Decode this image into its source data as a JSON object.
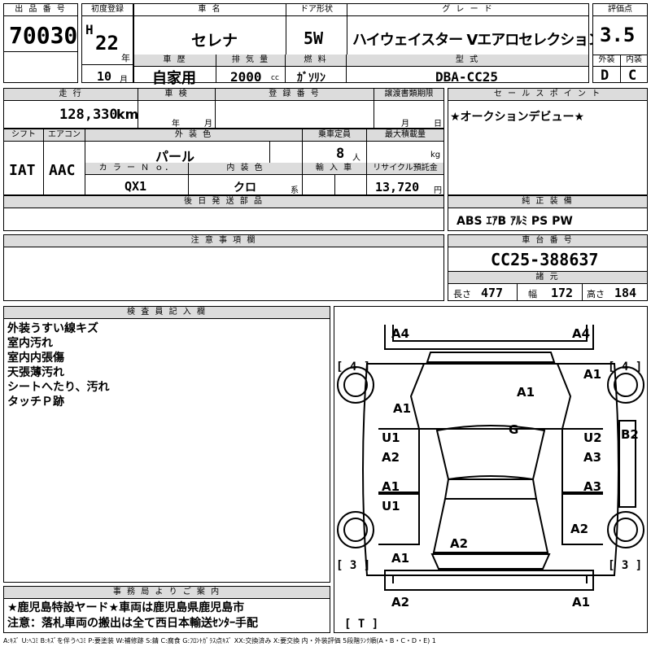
{
  "header": {
    "lot_number_label": "出 品 番 号",
    "lot_number": "70030",
    "first_reg_label": "初度登録",
    "era_letter": "H",
    "era_year": "22",
    "year_unit": "年",
    "month": "10",
    "month_unit": "月",
    "car_name_label": "車 名",
    "car_name": "セレナ",
    "door_label": "ドア形状",
    "door": "5W",
    "grade_label": "グ レ ー ド",
    "grade": "ハイウェイスター Vエアロセレクション",
    "score_label": "評価点",
    "score": "3.5",
    "history_label": "車 歴",
    "history": "自家用",
    "displacement_label": "排 気 量",
    "displacement": "2000",
    "displacement_unit": "cc",
    "fuel_label": "燃 料",
    "fuel": "ｶﾞｿﾘﾝ",
    "model_label": "型 式",
    "model": "DBA-CC25",
    "exterior_label": "外装",
    "exterior_grade": "D",
    "interior_label": "内装",
    "interior_grade": "C"
  },
  "row2": {
    "mileage_label": "走 行",
    "mileage": "128,330",
    "mileage_unit": "km",
    "inspection_label": "車 検",
    "inspection_year_unit": "年",
    "inspection_month_unit": "月",
    "reg_number_label": "登 録 番 号",
    "transfer_label": "譲渡書類期限",
    "transfer_month_unit": "月",
    "transfer_day_unit": "日",
    "sales_point_label": "セ ー ル ス ポ イ ン ト",
    "sales_point": "★オークションデビュー★"
  },
  "row3": {
    "shift_label": "シフト",
    "shift": "IAT",
    "ac_label": "エアコン",
    "ac": "AAC",
    "color_label": "外 装 色",
    "color": "パール",
    "capacity_label": "乗車定員",
    "capacity": "8",
    "capacity_unit": "人",
    "max_load_label": "最大積載量",
    "max_load_unit": "kg",
    "color_no_label": "カ ラ ー Ｎ ｏ．",
    "color_no": "QX1",
    "interior_color_label": "内 装 色",
    "interior_color": "クロ",
    "interior_color_unit": "系",
    "import_label": "輸 入 車",
    "recycle_label": "リサイクル預託金",
    "recycle": "13,720",
    "recycle_unit": "円"
  },
  "later_parts_label": "後 日 発 送 部 品",
  "equipment_label": "純 正 装 備",
  "equipment": "ABS ｴｱB ｱﾙﾐ PS PW",
  "caution_label": "注 意 事 項 欄",
  "chassis_label": "車 台 番 号",
  "chassis": "CC25-388637",
  "dimensions_label": "諸 元",
  "length_label": "長さ",
  "length": "477",
  "width_label": "幅",
  "width": "172",
  "height_label": "高さ",
  "height": "184",
  "inspector_label": "検 査 員 記 入 欄",
  "inspector_notes": [
    "外装うすい線キズ",
    "室内汚れ",
    "室内内張傷",
    "天張薄汚れ",
    "シートへたり、汚れ",
    "タッチＰ跡"
  ],
  "office_label": "事 務 局 よ り ご 案 内",
  "office_notes": [
    "★鹿児島特設ヤード★車両は鹿児島県鹿児島市",
    "注意：落札車両の搬出は全て西日本輸送ｾﾝﾀｰ手配"
  ],
  "diagram": {
    "tire_fl": "[ 4 ]",
    "tire_fr": "[ 4 ]",
    "tire_rl": "[ 3 ]",
    "tire_rr": "[ 3 ]",
    "spare": "[ T ]",
    "marks": {
      "front_bumper_left": "A4",
      "front_bumper_right": "A4",
      "hood": "A1",
      "front_fender_left": "A1",
      "front_fender_right": "A1",
      "glass": "G",
      "front_door_left_upper": "U1",
      "front_door_left_lower": "A2",
      "front_door_right_upper": "U2",
      "front_door_right_lower": "A3",
      "right_pillar": "B2",
      "rear_door_left_upper": "A1",
      "rear_door_left_lower": "U1",
      "rear_door_right": "A3",
      "rear_fender_right": "A2",
      "roof_rear": "A2",
      "rear_fender_left": "A1",
      "rear_bumper_left": "A2",
      "rear_bumper_right": "A1"
    }
  },
  "legend": "A:ｷｽﾞ U:ﾍｺﾐ B:ｷｽﾞを伴うﾍｺﾐ P:要塗装 W:補修跡 S:錆 C:腐食 G:ﾌﾛﾝﾄｶﾞﾗｽ点ｷｽﾞ XX:交換済み X:要交換 内・外装評価 5段階ﾗﾝｸ順(A・B・C・D・E) 1"
}
